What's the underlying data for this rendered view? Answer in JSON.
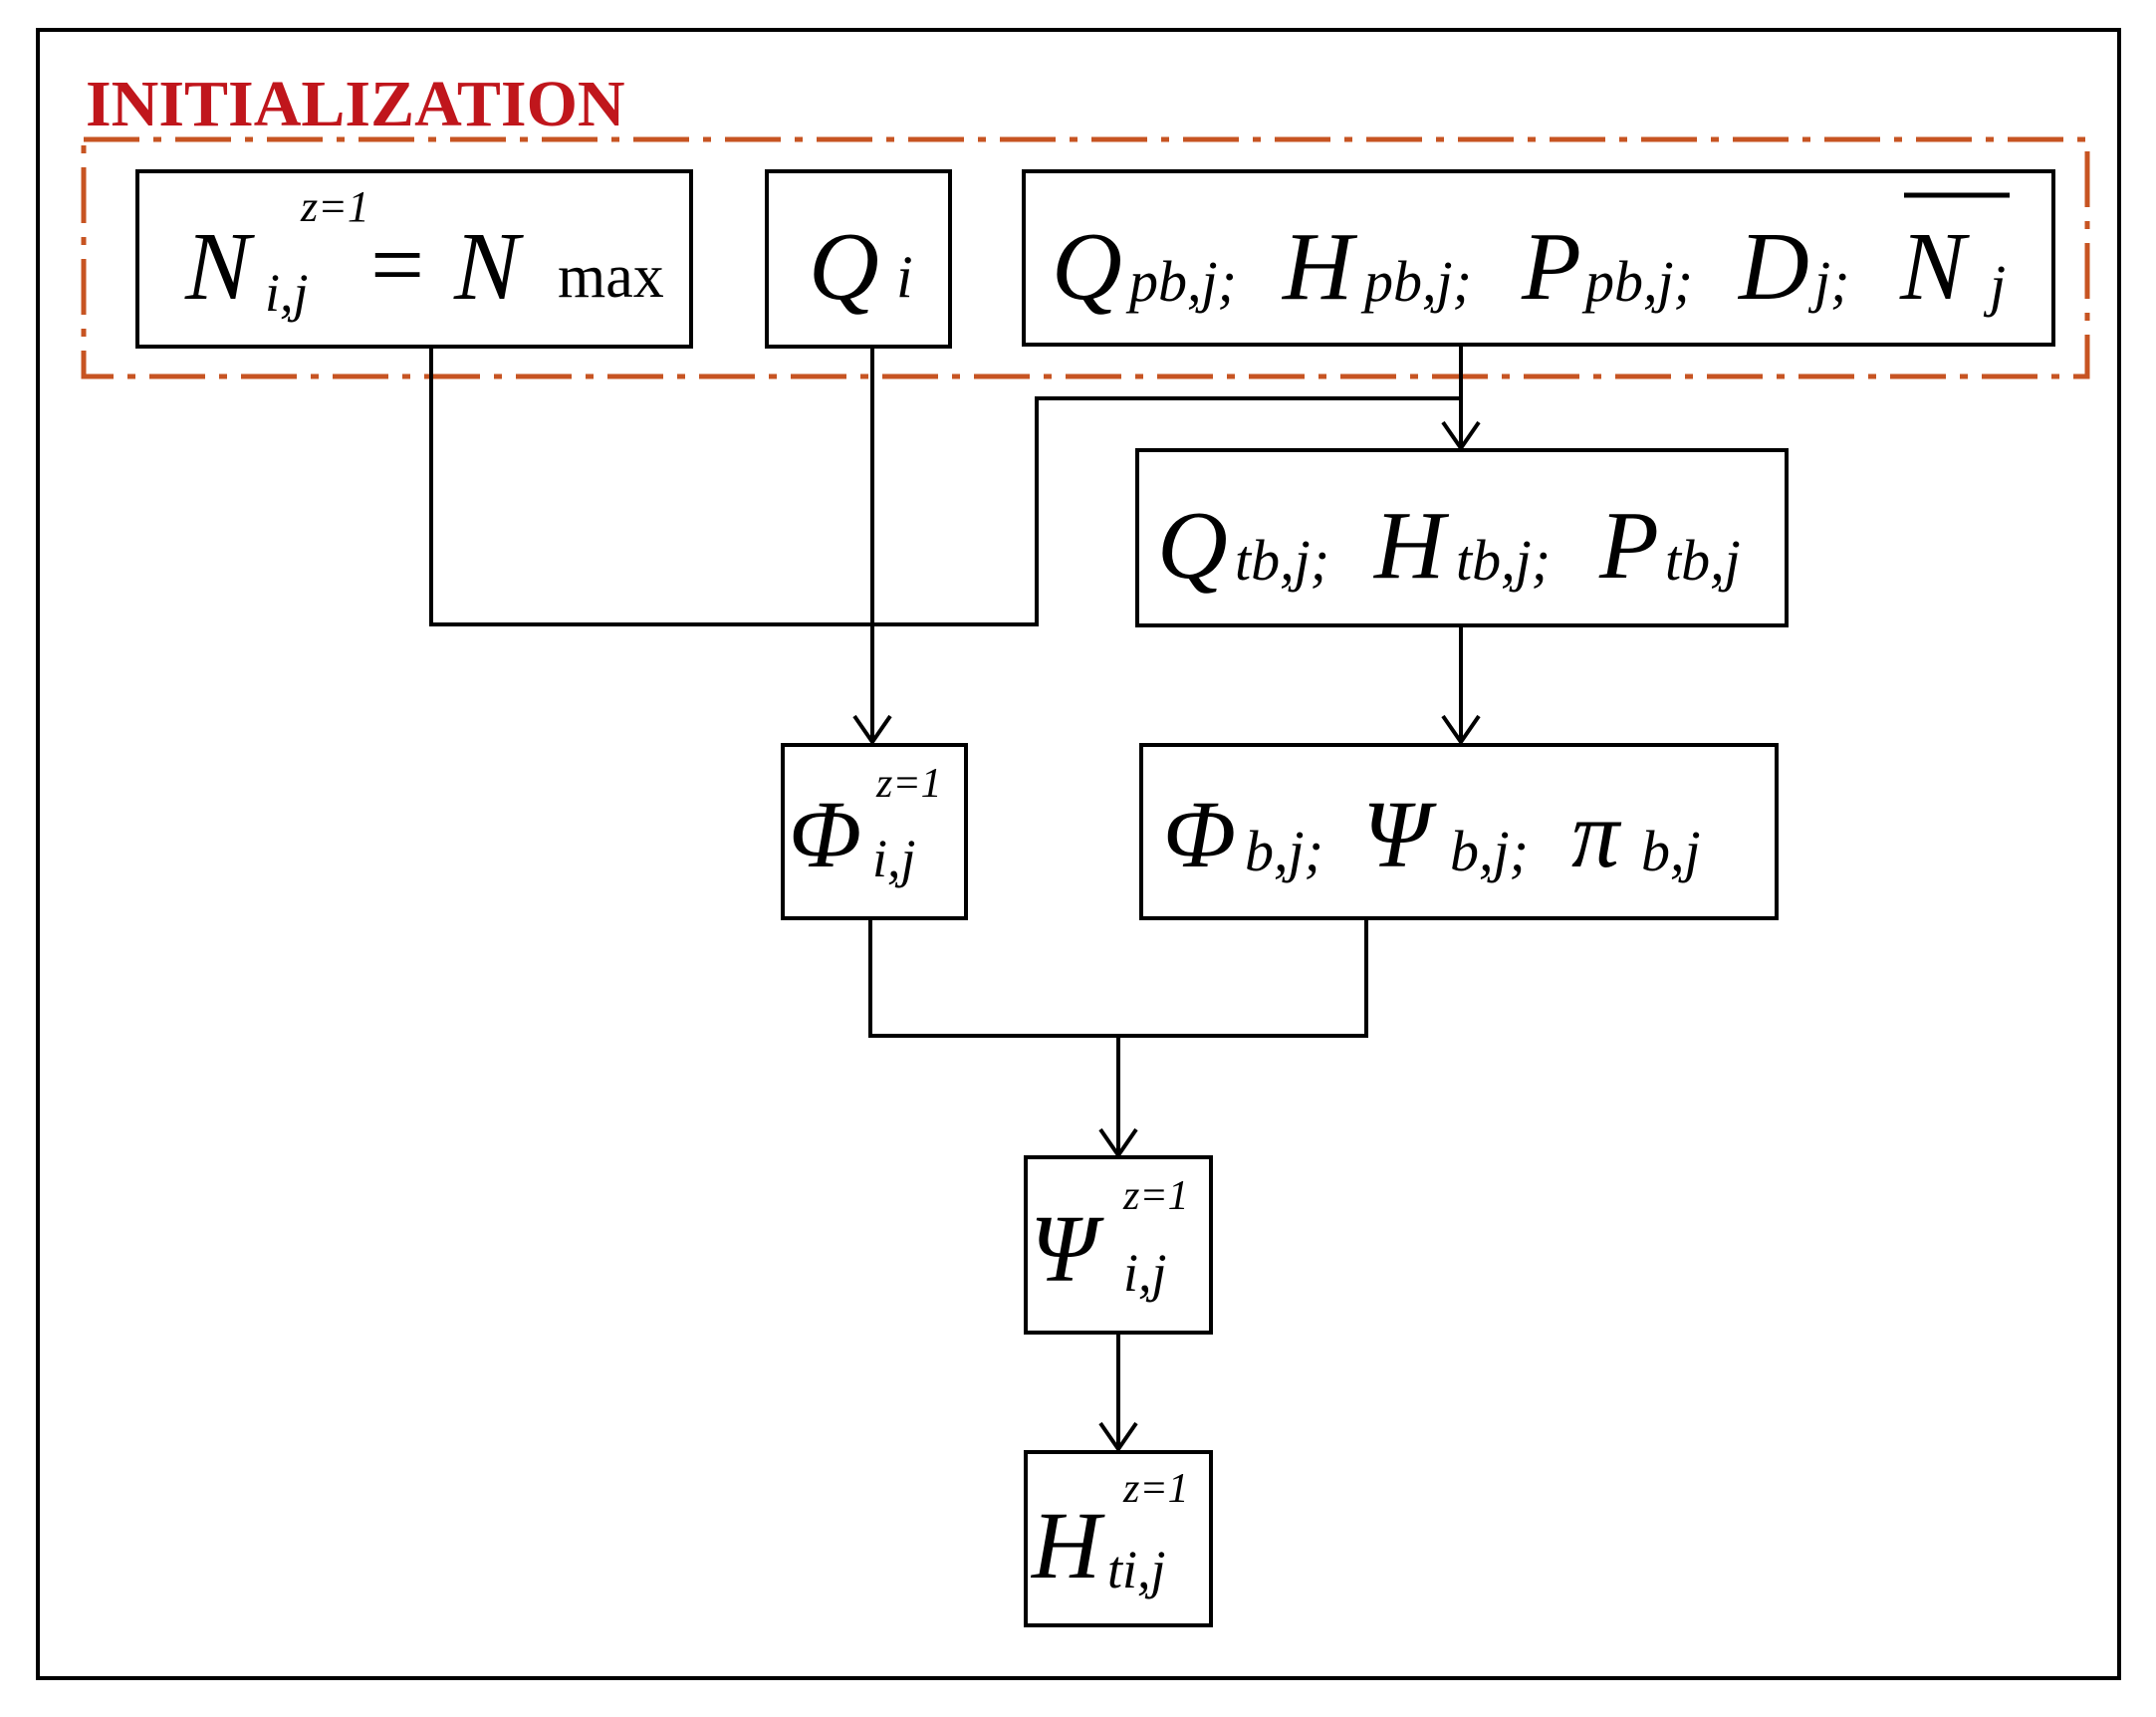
{
  "initialization_label": "INITIALIZATION",
  "boxes": {
    "n_init": {
      "sym": "N",
      "sub": "i,j",
      "sup": "z=1",
      "eq": "=",
      "sym2": "N",
      "sub2": "max"
    },
    "q_i": {
      "sym": "Q",
      "sub": "i"
    },
    "pump_params": {
      "t1": "Q",
      "s1": "pb,j;",
      "t2": "H",
      "s2": "pb,j;",
      "t3": "P",
      "s3": "pb,j;",
      "t4": "D",
      "s4": "j;",
      "t5": "N",
      "s5": "j"
    },
    "tb_params": {
      "t1": "Q",
      "s1": "tb,j;",
      "t2": "H",
      "s2": "tb,j;",
      "t3": "P",
      "s3": "tb,j"
    },
    "phi_ij": {
      "sym": "Φ",
      "sub": "i,j",
      "sup": "z=1"
    },
    "b_params": {
      "t1": "Φ",
      "s1": "b,j;",
      "t2": "Ψ",
      "s2": "b,j;",
      "t3": "π",
      "s3": "b,j"
    },
    "psi_ij": {
      "sym": "Ψ",
      "sub": "i,j",
      "sup": "z=1"
    },
    "h_ti": {
      "sym": "H",
      "sub": "ti,j",
      "sup": "z=1"
    }
  },
  "colors": {
    "initialization": "#c0161c",
    "lines": "#000000",
    "frame": "#000000"
  }
}
